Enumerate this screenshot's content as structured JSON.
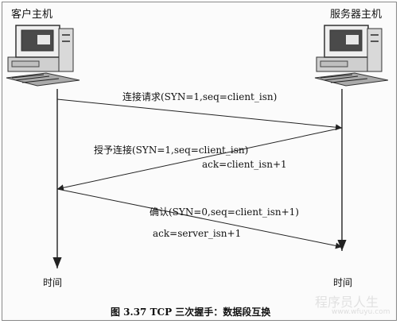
{
  "hosts": {
    "client": "客户主机",
    "server": "服务器主机"
  },
  "timeline": {
    "left_time": "时间",
    "right_time": "时间"
  },
  "messages": [
    {
      "label": "连接请求(SYN=1,seq=client_isn)",
      "from": "client",
      "to": "server"
    },
    {
      "label": "授予连接(SYN=1,seq=client_isn)",
      "sublabel": "ack=client_isn+1",
      "from": "server",
      "to": "client"
    },
    {
      "label": "确认(SYN=0,seq=client_isn+1)",
      "sublabel": "ack=server_isn+1",
      "from": "client",
      "to": "server"
    }
  ],
  "caption": "图 3.37    TCP 三次握手：数据段互换",
  "watermark": {
    "main": "程序员人生",
    "sub": "www.wfuyu.com"
  },
  "icons": {
    "client": "computer-icon",
    "server": "computer-icon"
  }
}
